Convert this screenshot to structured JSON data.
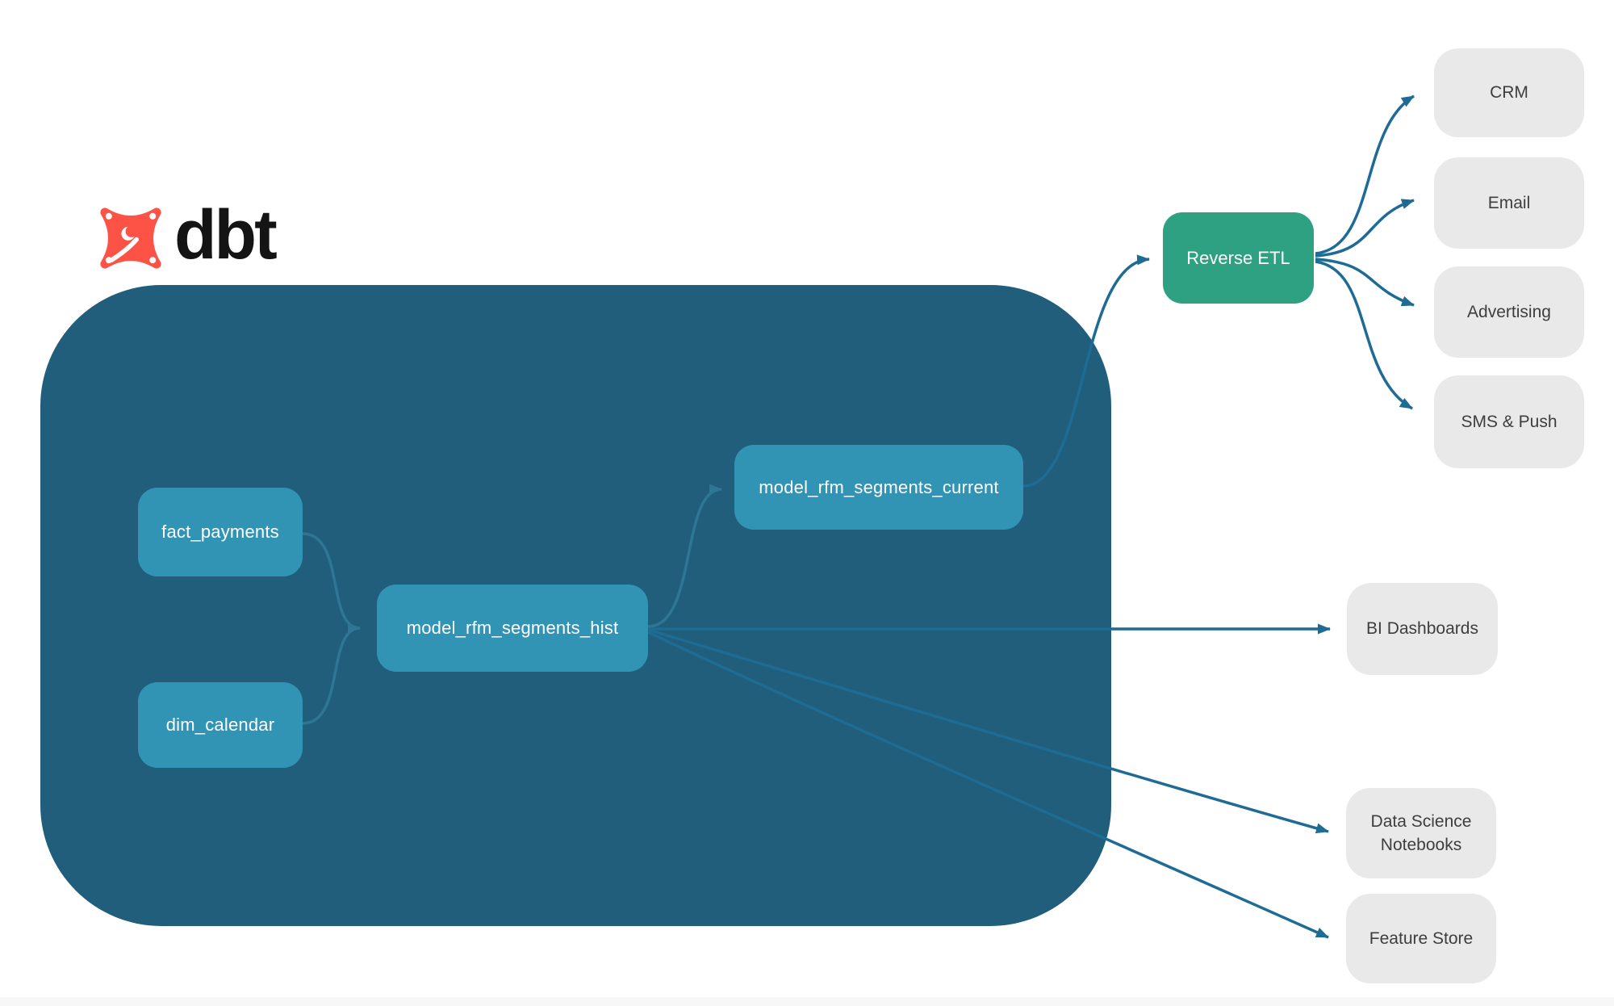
{
  "brand": {
    "name": "dbt"
  },
  "colors": {
    "container_background": "#205E7C",
    "model_node": "#3294B4",
    "export_node": "#2FA183",
    "destination_node": "#E9E9EA",
    "connector_outside": "#1E6B94",
    "connector_inside": "#2F7694",
    "node_text": "#FFFFFF",
    "destination_text": "#3E3E3E",
    "logo_icon": "#FC5346",
    "logo_text": "#141414"
  },
  "nodes": [
    {
      "id": "fact_payments",
      "label": "fact_payments",
      "kind": "model"
    },
    {
      "id": "dim_calendar",
      "label": "dim_calendar",
      "kind": "model"
    },
    {
      "id": "model_rfm_segments_hist",
      "label": "model_rfm_segments_hist",
      "kind": "model"
    },
    {
      "id": "model_rfm_segments_current",
      "label": "model_rfm_segments_current",
      "kind": "model"
    },
    {
      "id": "reverse_etl",
      "label": "Reverse ETL",
      "kind": "export"
    },
    {
      "id": "crm",
      "label": "CRM",
      "kind": "destination"
    },
    {
      "id": "email",
      "label": "Email",
      "kind": "destination"
    },
    {
      "id": "advertising",
      "label": "Advertising",
      "kind": "destination"
    },
    {
      "id": "sms_push",
      "label": "SMS & Push",
      "kind": "destination"
    },
    {
      "id": "bi_dashboards",
      "label": "BI Dashboards",
      "kind": "destination"
    },
    {
      "id": "data_science_notebooks",
      "label": "Data Science Notebooks",
      "kind": "destination"
    },
    {
      "id": "feature_store",
      "label": "Feature Store",
      "kind": "destination"
    }
  ],
  "edges": [
    {
      "from": "fact_payments",
      "to": "model_rfm_segments_hist"
    },
    {
      "from": "dim_calendar",
      "to": "model_rfm_segments_hist"
    },
    {
      "from": "model_rfm_segments_hist",
      "to": "model_rfm_segments_current"
    },
    {
      "from": "model_rfm_segments_current",
      "to": "reverse_etl"
    },
    {
      "from": "reverse_etl",
      "to": "crm"
    },
    {
      "from": "reverse_etl",
      "to": "email"
    },
    {
      "from": "reverse_etl",
      "to": "advertising"
    },
    {
      "from": "reverse_etl",
      "to": "sms_push"
    },
    {
      "from": "model_rfm_segments_hist",
      "to": "bi_dashboards"
    },
    {
      "from": "model_rfm_segments_hist",
      "to": "data_science_notebooks"
    },
    {
      "from": "model_rfm_segments_hist",
      "to": "feature_store"
    }
  ]
}
